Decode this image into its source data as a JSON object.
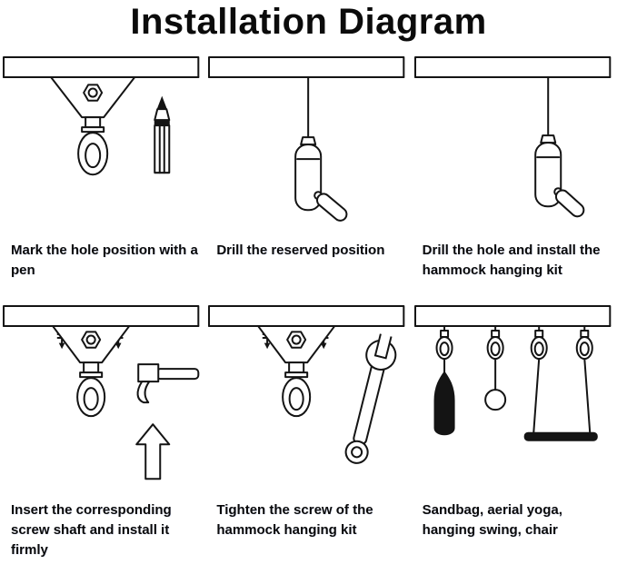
{
  "title": "Installation Diagram",
  "colors": {
    "ink": "#141414",
    "background": "#ffffff",
    "sandbag_fill": "#141414"
  },
  "panels": [
    {
      "id": "mark-hole",
      "caption": "Mark the hole position with a pen",
      "illustration": "hanging-kit-and-pencil"
    },
    {
      "id": "drill-position",
      "caption": "Drill the reserved position",
      "illustration": "hand-drill-at-ceiling"
    },
    {
      "id": "drill-install",
      "caption": "Drill the hole and install the hammock hanging kit",
      "illustration": "hand-drill-installing-kit"
    },
    {
      "id": "insert-screw",
      "caption": "Insert the corresponding screw shaft and install it firmly",
      "illustration": "kit-with-hammer-and-arrow"
    },
    {
      "id": "tighten-screw",
      "caption": "Tighten the screw of the hammock hanging kit",
      "illustration": "kit-with-wrench"
    },
    {
      "id": "usage",
      "caption": "Sandbag, aerial yoga, hanging swing, chair",
      "illustration": "hooks-with-sandbag-ball-swing"
    }
  ]
}
